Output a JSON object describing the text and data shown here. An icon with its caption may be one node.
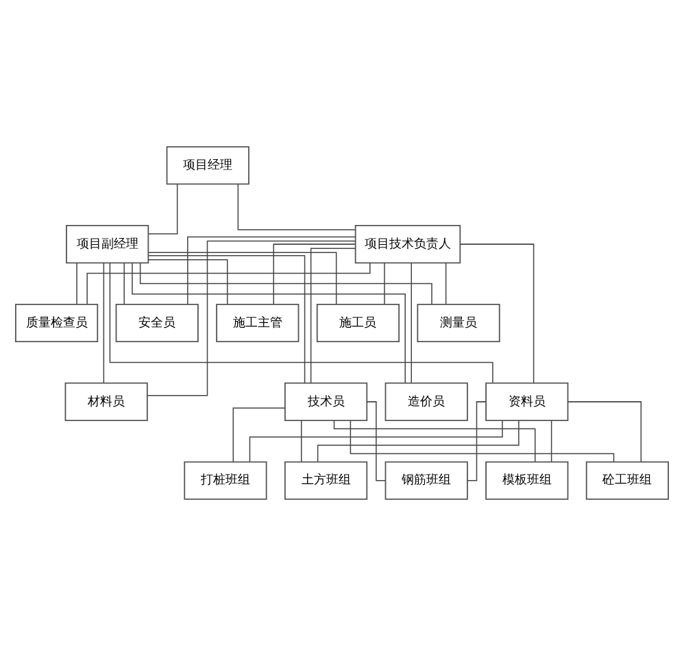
{
  "diagram": {
    "nodes": [
      {
        "text": [
          "项目经理"
        ]
      },
      {
        "text": [
          "项目副经理"
        ]
      },
      {
        "text": [
          "项目技术负责人"
        ]
      },
      {
        "text": [
          "施工主管"
        ]
      },
      {
        "text": [
          "施工员"
        ]
      },
      {
        "text": [
          "测量员"
        ]
      },
      {
        "text": [
          "质量检查员"
        ]
      },
      {
        "text": [
          "安全员"
        ]
      },
      {
        "text": [
          "技术员"
        ]
      },
      {
        "text": [
          "造价员"
        ]
      },
      {
        "text": [
          "材料员"
        ]
      },
      {
        "text": [
          "资料员"
        ]
      },
      {
        "text": [
          "打桩班组"
        ]
      },
      {
        "text": [
          "土方班组"
        ]
      },
      {
        "text": [
          "钢筋班组"
        ]
      },
      {
        "text": [
          "模板班组"
        ]
      },
      {
        "text": [
          "砼工班组"
        ]
      }
    ],
    "edges": [
      {
        "from": 0,
        "to": 1,
        "arrow": "none"
      },
      {
        "from": 0,
        "to": 2,
        "arrow": "none"
      },
      {
        "from": 1,
        "to": 3,
        "arrow": "none"
      },
      {
        "from": 1,
        "to": 4,
        "arrow": "none"
      },
      {
        "from": 1,
        "to": 5,
        "arrow": "none"
      },
      {
        "from": 1,
        "to": 6,
        "arrow": "none"
      },
      {
        "from": 1,
        "to": 7,
        "arrow": "none"
      },
      {
        "from": 1,
        "to": 8,
        "arrow": "none"
      },
      {
        "from": 1,
        "to": 9,
        "arrow": "none"
      },
      {
        "from": 1,
        "to": 10,
        "arrow": "none"
      },
      {
        "from": 1,
        "to": 11,
        "arrow": "none"
      },
      {
        "from": 2,
        "to": 3,
        "arrow": "none"
      },
      {
        "from": 2,
        "to": 4,
        "arrow": "none"
      },
      {
        "from": 2,
        "to": 5,
        "arrow": "none"
      },
      {
        "from": 2,
        "to": 6,
        "arrow": "none"
      },
      {
        "from": 2,
        "to": 7,
        "arrow": "none"
      },
      {
        "from": 2,
        "to": 8,
        "arrow": "none"
      },
      {
        "from": 2,
        "to": 9,
        "arrow": "none"
      },
      {
        "from": 2,
        "to": 10,
        "arrow": "none"
      },
      {
        "from": 2,
        "to": 11,
        "arrow": "none"
      },
      {
        "from": 8,
        "to": 12,
        "arrow": "none"
      },
      {
        "from": 8,
        "to": 13,
        "arrow": "none"
      },
      {
        "from": 8,
        "to": 14,
        "arrow": "none"
      },
      {
        "from": 8,
        "to": 15,
        "arrow": "none"
      },
      {
        "from": 8,
        "to": 16,
        "arrow": "none"
      },
      {
        "from": 11,
        "to": 12,
        "arrow": "none"
      },
      {
        "from": 11,
        "to": 13,
        "arrow": "none"
      },
      {
        "from": 11,
        "to": 14,
        "arrow": "none"
      },
      {
        "from": 11,
        "to": 15,
        "arrow": "none"
      },
      {
        "from": 11,
        "to": 16,
        "arrow": "none"
      }
    ]
  }
}
